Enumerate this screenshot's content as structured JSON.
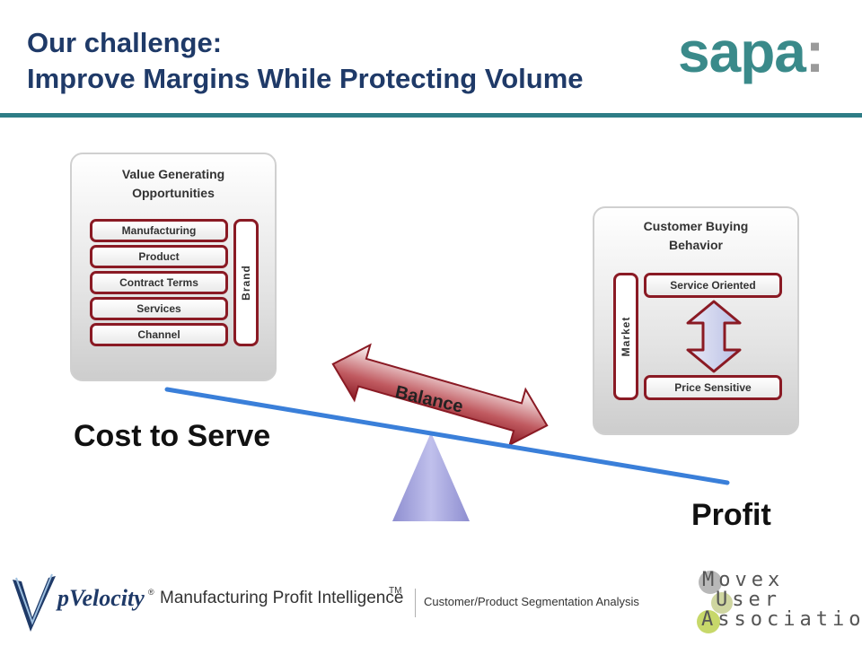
{
  "header": {
    "title_line1": "Our challenge:",
    "title_line2": "Improve Margins While Protecting Volume",
    "logo_main": "sapa",
    "logo_colon": ":"
  },
  "value_panel": {
    "title_line1": "Value Generating",
    "title_line2": "Opportunities",
    "items": [
      "Manufacturing",
      "Product",
      "Contract Terms",
      "Services",
      "Channel"
    ],
    "side_label": "Brand"
  },
  "customer_panel": {
    "title_line1": "Customer  Buying",
    "title_line2": "Behavior",
    "top_item": "Service Oriented",
    "bottom_item": "Price Sensitive",
    "side_label": "Market"
  },
  "seesaw": {
    "balance_label": "Balance",
    "left_label": "Cost to Serve",
    "right_label": "Profit"
  },
  "footer": {
    "brand": "pVelocity",
    "registered": "®",
    "product": "Manufacturing Profit Intelligence",
    "trademark": "TM",
    "subtitle": "Customer/Product Segmentation Analysis",
    "assoc_line1": "Movex",
    "assoc_line2": "User",
    "assoc_line3": "Association"
  },
  "colors": {
    "title": "#1f3a68",
    "accent_teal": "#2e7d86",
    "pill_border": "#8a1a24",
    "beam": "#3a7fd9",
    "fulcrum": "#9c9cd8",
    "balance_arrow": "#9c2a30"
  }
}
